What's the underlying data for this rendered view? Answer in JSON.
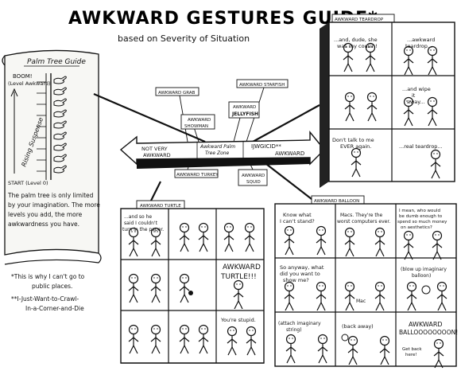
{
  "title": "AWKWARD GESTURES GUIDE*",
  "subtitle": "based on Severity of Situation",
  "palm_tree": {
    "heading": "Palm Tree Guide",
    "top_label": [
      "BOOM!",
      "(Level Awkward)"
    ],
    "bottom_label": "START (Level 0)",
    "side_label": "Rising Suspense",
    "note": [
      "The palm tree is only limited",
      "by your imagination. The more",
      "levels you add, the more",
      "awkwardness you have."
    ]
  },
  "arrow": {
    "left": [
      "NOT VERY",
      "AWKWARD"
    ],
    "middle": [
      "Awkward Palm",
      "Tree Zone"
    ],
    "right_code": "IJWGICID**",
    "right": "AWKWARD"
  },
  "labels": {
    "grab": "AWKWARD GRAB",
    "showman": [
      "AWKWARD",
      "SHOWMAN"
    ],
    "starfish": "AWKWARD STARFISH",
    "jellyfish": [
      "AWKWARD",
      "JELLYFISH"
    ],
    "turkey": "AWKWARD TURKEY",
    "squid": [
      "AWKWARD",
      "SQUID"
    ]
  },
  "teardrop": {
    "header": "AWKWARD TEARDROP",
    "panels": [
      [
        "...and, dude, she",
        "was my cousin!"
      ],
      [
        "...awkward",
        "teardrop..."
      ],
      [],
      [
        "...and wipe",
        "it",
        "away..."
      ],
      [
        "Don't talk to me",
        "EVER again."
      ],
      [
        "...real teardrop..."
      ]
    ]
  },
  "turtle": {
    "header": "AWKWARD TURTLE",
    "panels": [
      [
        "...and so he",
        "said I couldn't",
        "turn in the paper."
      ],
      [],
      [],
      [
        "AWKWARD",
        "TURTLE!!!"
      ],
      [],
      [
        "You're stupid."
      ]
    ]
  },
  "balloon": {
    "header": "AWKWARD BALLOON",
    "panels": [
      [
        "Know what",
        "I can't stand?"
      ],
      [
        "Macs. They're the",
        "worst computers ever."
      ],
      [
        "I mean, who would",
        "be dumb enough to",
        "spend so much money",
        "on aesthetics?"
      ],
      [
        "So anyway, what",
        "did you want to",
        "show me?"
      ],
      [
        "Mac"
      ],
      [
        "(blow up imaginary",
        "balloon)"
      ],
      [
        "(attach imaginary",
        "string)"
      ],
      [
        "(back away)"
      ],
      [
        "AWKWARD",
        "BALLOOOOOOOON!",
        "Get back",
        "here!"
      ]
    ]
  },
  "footnotes": [
    "*This is why I can't go to",
    "public places.",
    "**I-Just-Want-to-Crawl-",
    "In-a-Corner-and-Die"
  ]
}
